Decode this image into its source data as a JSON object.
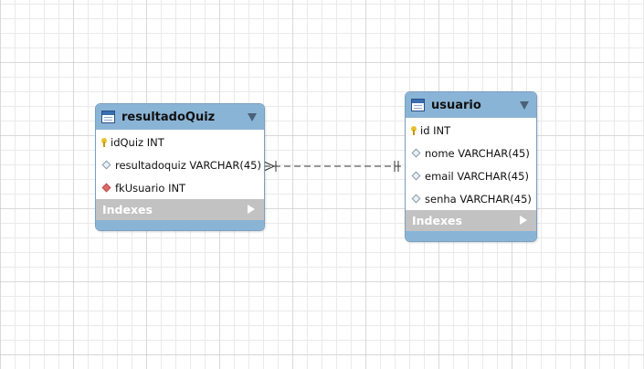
{
  "entities": {
    "resultado": {
      "name": "resultadoQuiz",
      "columns": [
        {
          "label": "idQuiz INT",
          "key": "primary"
        },
        {
          "label": "resultadoquiz VARCHAR(45)",
          "key": "none"
        },
        {
          "label": "fkUsuario INT",
          "key": "foreign"
        }
      ],
      "indexes_label": "Indexes"
    },
    "usuario": {
      "name": "usuario",
      "columns": [
        {
          "label": "id INT",
          "key": "primary"
        },
        {
          "label": "nome VARCHAR(45)",
          "key": "none"
        },
        {
          "label": "email VARCHAR(45)",
          "key": "none"
        },
        {
          "label": "senha VARCHAR(45)",
          "key": "none"
        }
      ],
      "indexes_label": "Indexes"
    }
  },
  "relationship": {
    "from": "resultadoQuiz",
    "to": "usuario",
    "from_cardinality": "many",
    "to_cardinality": "one-and-only-one",
    "line_style": "dashed"
  },
  "colors": {
    "header": "#8ab4d5",
    "indexes_bar": "#c2c2c2",
    "primary_key": "#e8c12e",
    "foreign_key": "#e06b6b",
    "relationship_line": "#333333"
  },
  "icons": {
    "table": "table-icon",
    "primary_key": "key-icon",
    "column": "diamond-icon",
    "foreign_key": "fk-diamond-icon",
    "collapse": "collapse-arrow-icon",
    "expand": "expand-arrow-icon"
  }
}
